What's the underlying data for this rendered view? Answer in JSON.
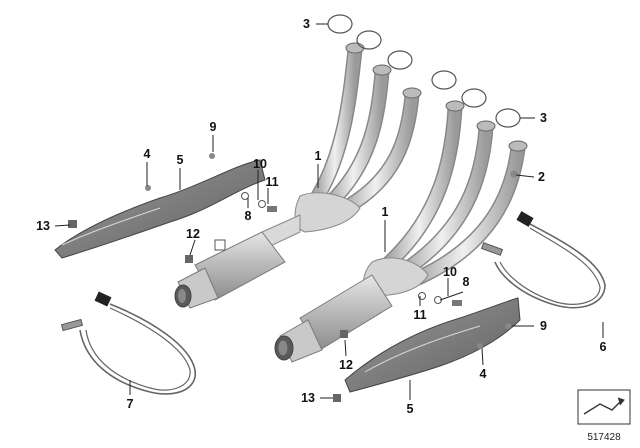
{
  "callouts": [
    {
      "id": "c3a",
      "label": "3"
    },
    {
      "id": "c3b",
      "label": "3"
    },
    {
      "id": "c1a",
      "label": "1"
    },
    {
      "id": "c1b",
      "label": "1"
    },
    {
      "id": "c2",
      "label": "2"
    },
    {
      "id": "c4a",
      "label": "4"
    },
    {
      "id": "c4b",
      "label": "4"
    },
    {
      "id": "c5a",
      "label": "5"
    },
    {
      "id": "c5b",
      "label": "5"
    },
    {
      "id": "c6",
      "label": "6"
    },
    {
      "id": "c7",
      "label": "7"
    },
    {
      "id": "c8a",
      "label": "8"
    },
    {
      "id": "c8b",
      "label": "8"
    },
    {
      "id": "c9a",
      "label": "9"
    },
    {
      "id": "c9b",
      "label": "9"
    },
    {
      "id": "c10a",
      "label": "10"
    },
    {
      "id": "c10b",
      "label": "10"
    },
    {
      "id": "c11a",
      "label": "11"
    },
    {
      "id": "c11b",
      "label": "11"
    },
    {
      "id": "c12a",
      "label": "12"
    },
    {
      "id": "c12b",
      "label": "12"
    },
    {
      "id": "c13a",
      "label": "13"
    },
    {
      "id": "c13b",
      "label": "13"
    }
  ],
  "document_number": "517428",
  "colors": {
    "pipe_fill": "#dcdcdc",
    "pipe_stroke": "#8a8a8a",
    "shield_fill": "#7a7a7a",
    "muffler_fill": "#bdbdbd"
  }
}
